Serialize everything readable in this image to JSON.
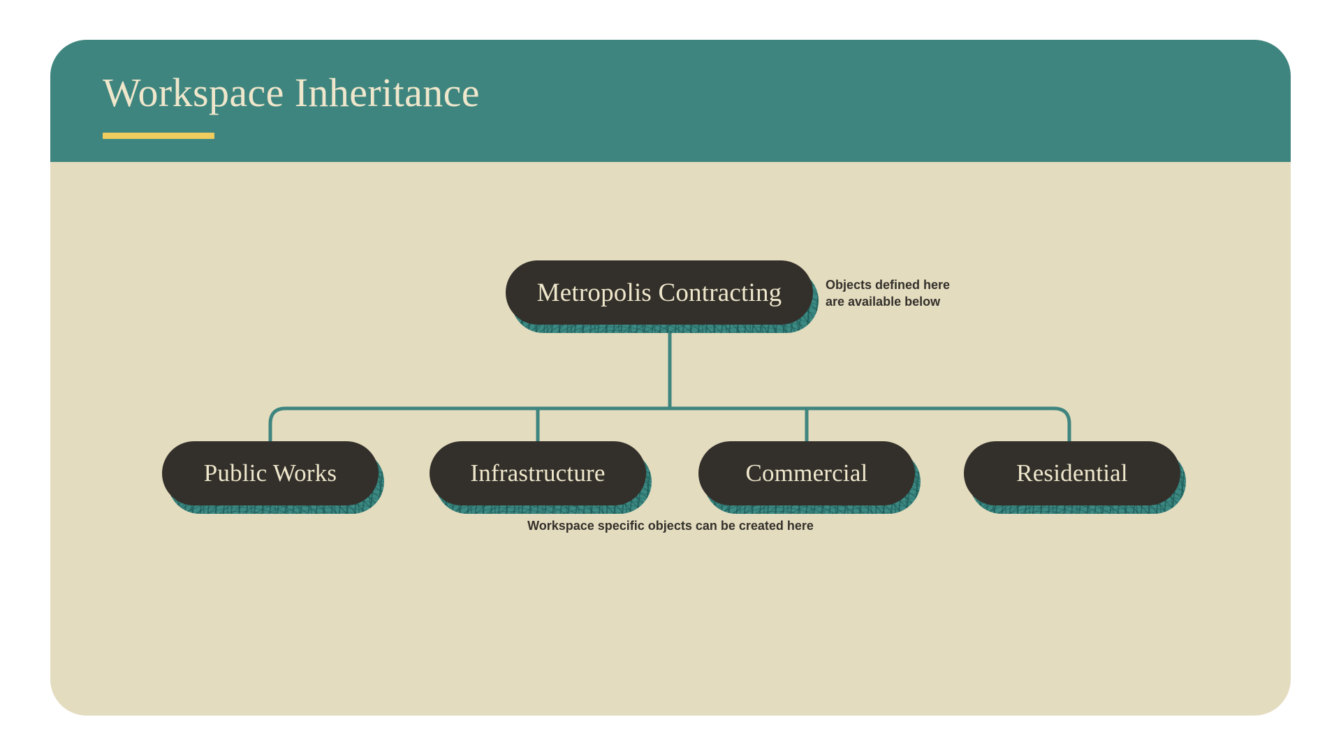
{
  "header": {
    "title": "Workspace Inheritance",
    "accent_color": "#F0CC5E",
    "background_color": "#3F857F"
  },
  "theme": {
    "page_background": "#FFFFFF",
    "card_background": "#E4DCBF",
    "node_fill": "#33302B",
    "node_text": "#EFE7CC",
    "node_shadow": "#3C8983",
    "connector_color": "#3F857F",
    "annotation_text": "#33302B"
  },
  "diagram": {
    "type": "hierarchy-tree",
    "root": {
      "label": "Metropolis Contracting",
      "annotation": "Objects defined here\nare available below"
    },
    "children": [
      {
        "label": "Public Works"
      },
      {
        "label": "Infrastructure"
      },
      {
        "label": "Commercial"
      },
      {
        "label": "Residential"
      }
    ],
    "children_annotation": "Workspace specific objects can be created here"
  }
}
